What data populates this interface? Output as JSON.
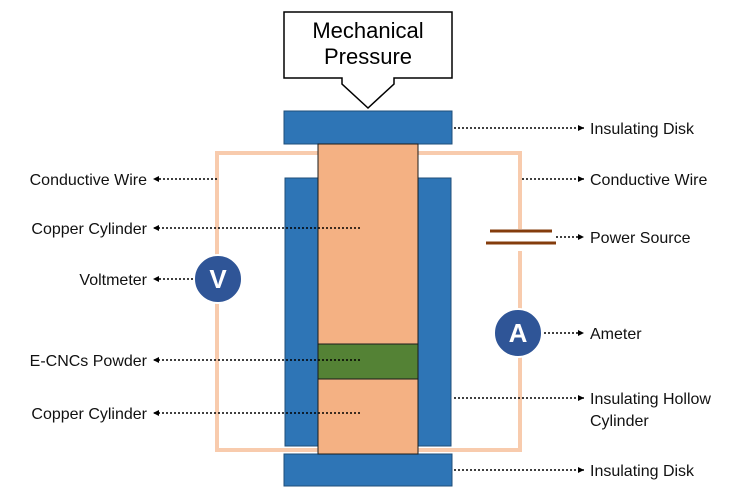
{
  "pressure": {
    "line1": "Mechanical",
    "line2": "Pressure"
  },
  "meters": {
    "voltmeter_symbol": "V",
    "ammeter_symbol": "A"
  },
  "labels": {
    "insulating_disk_top": "Insulating Disk",
    "conductive_wire_right": "Conductive Wire",
    "power_source": "Power Source",
    "ameter": "Ameter",
    "insulating_hollow_cylinder_1": "Insulating Hollow",
    "insulating_hollow_cylinder_2": "Cylinder",
    "insulating_disk_bottom": "Insulating Disk",
    "conductive_wire_left": "Conductive Wire",
    "copper_cylinder_top": "Copper Cylinder",
    "voltmeter": "Voltmeter",
    "ecncs_powder": "E-CNCs Powder",
    "copper_cylinder_bottom": "Copper Cylinder"
  },
  "colors": {
    "insulator": "#2e75b6",
    "insulator_stroke": "#1f4e79",
    "copper": "#f4b183",
    "wire": "#f8cbad",
    "powder": "#548235",
    "meter_fill": "#2f5597",
    "battery": "#843c0c",
    "arrow": "#000000"
  }
}
